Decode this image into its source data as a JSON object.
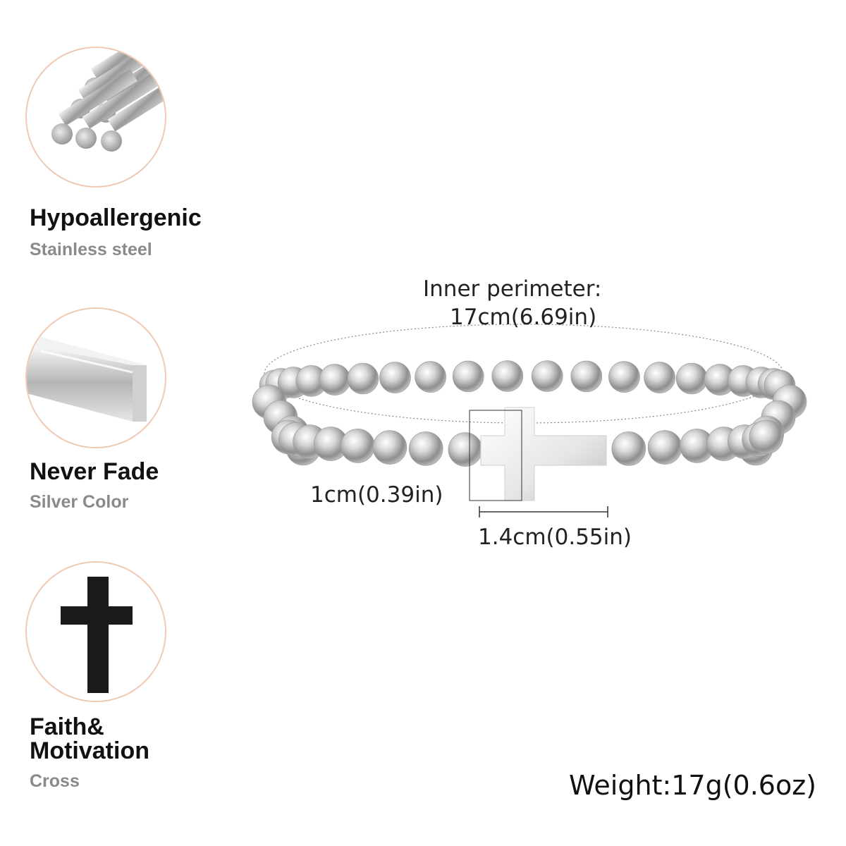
{
  "features": [
    {
      "title": "Hypoallergenic",
      "subtitle": "Stainless steel",
      "icon": "steel-rods-icon"
    },
    {
      "title": "Never Fade",
      "subtitle": "Silver Color",
      "icon": "silver-bar-icon"
    },
    {
      "title_line1": "Faith&",
      "title_line2": "Motivation",
      "subtitle": "Cross",
      "icon": "cross-icon"
    }
  ],
  "dimensions": {
    "perimeter_label": "Inner perimeter:",
    "perimeter_value": "17cm(6.69in)",
    "cross_height": "1cm(0.39in)",
    "cross_width": "1.4cm(0.55in)"
  },
  "weight": "Weight:17g(0.6oz)",
  "colors": {
    "circle_border": "#f0c9b4",
    "subtitle": "#8a8a8a",
    "cross_icon": "#1a1a1a",
    "bead": "#c8c8c8"
  }
}
